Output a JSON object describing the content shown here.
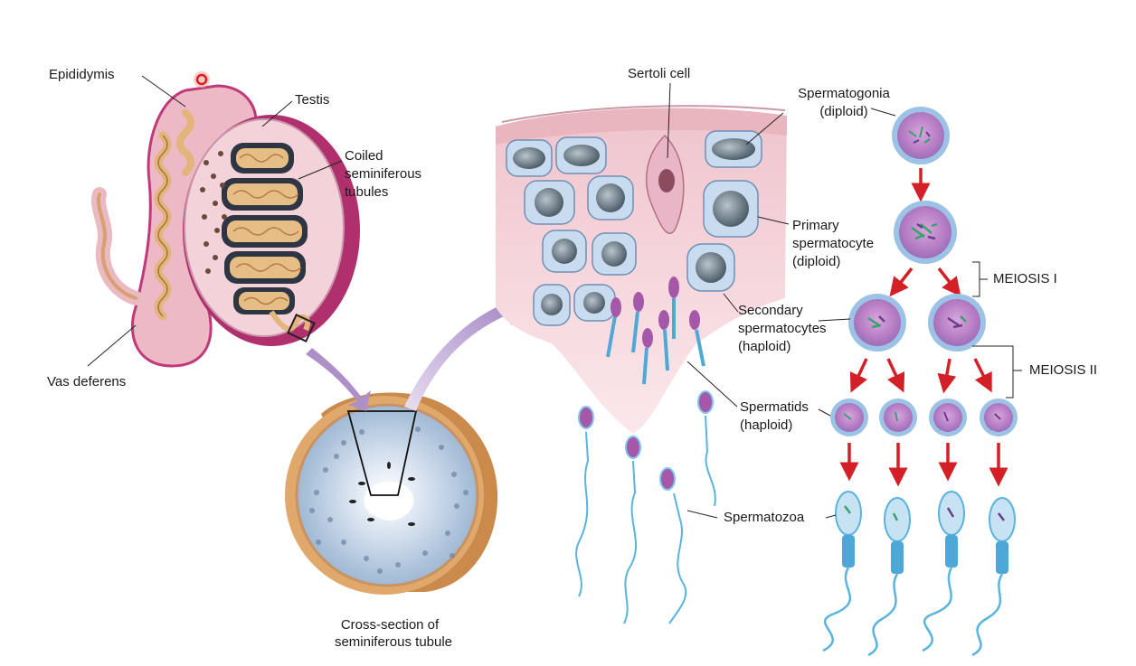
{
  "labels": {
    "epididymis": "Epididymis",
    "testis": "Testis",
    "coiled_1": "Coiled",
    "coiled_2": "seminiferous",
    "coiled_3": "tubules",
    "vas_deferens": "Vas deferens",
    "cross_section_1": "Cross-section of",
    "cross_section_2": "seminiferous tubule",
    "sertoli": "Sertoli cell",
    "spermatogonia_1": "Spermatogonia",
    "spermatogonia_2": "(diploid)",
    "primary_1": "Primary",
    "primary_2": "spermatocyte",
    "primary_3": "(diploid)",
    "meiosis1": "MEIOSIS I",
    "secondary_1": "Secondary",
    "secondary_2": "spermatocytes",
    "secondary_3": "(haploid)",
    "meiosis2": "MEIOSIS II",
    "spermatids_1": "Spermatids",
    "spermatids_2": "(haploid)",
    "spermatozoa": "Spermatozoa"
  },
  "colors": {
    "arrow_red": "#d32027",
    "cell_purple": "#b77cc0",
    "cell_rim": "#8fb4dc",
    "tissue_pink": "#f1c9cf",
    "testis_magenta": "#b0306e",
    "tubule_tan": "#e2b77c",
    "sperm_blue": "#5ab4dd",
    "process_arrow": "#a88bc4"
  }
}
